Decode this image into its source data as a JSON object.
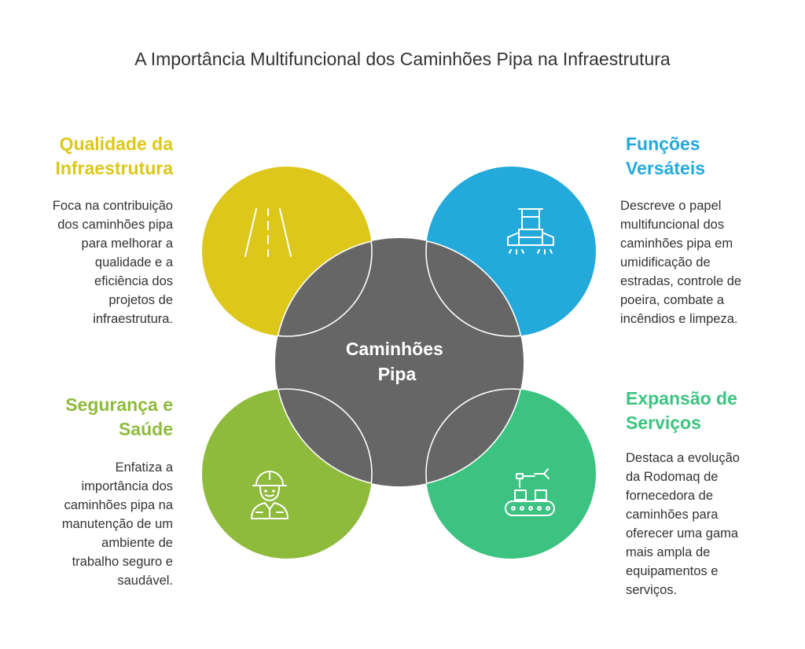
{
  "title": "A Importância Multifuncional dos Caminhões Pipa na Infraestrutura",
  "center": {
    "lines": [
      "Caminhões",
      "Pipa"
    ],
    "color": "#666666"
  },
  "sections": {
    "quality": {
      "heading": [
        "Qualidade da",
        "Infraestrutura"
      ],
      "description": [
        "Foca na contribuição",
        "dos caminhões pipa",
        "para melhorar a",
        "qualidade e a",
        "eficiência dos",
        "projetos de",
        "infraestrutura."
      ],
      "color": "#DCC71A",
      "icon": "road-icon"
    },
    "functions": {
      "heading": [
        "Funções",
        "Versáteis"
      ],
      "description": [
        "Descreve o papel",
        "multifuncional dos",
        "caminhões pipa em",
        "umidificação de",
        "estradas, controle de",
        "poeira, combate a",
        "incêndios e limpeza."
      ],
      "color": "#24A9DB",
      "icon": "sprinkler-machine-icon"
    },
    "safety": {
      "heading": [
        "Segurança e",
        "Saúde"
      ],
      "description": [
        "Enfatiza a",
        "importância dos",
        "caminhões pipa na",
        "manutenção de um",
        "ambiente de",
        "trabalho seguro e",
        "saudável."
      ],
      "color": "#8FBB3C",
      "icon": "worker-helmet-icon"
    },
    "expansion": {
      "heading": [
        "Expansão de",
        "Serviços"
      ],
      "description": [
        "Destaca a evolução",
        "da Rodomaq de",
        "fornecedora de",
        "caminhões para",
        "oferecer uma gama",
        "mais ampla de",
        "equipamentos e",
        "serviços."
      ],
      "color": "#3CC381",
      "icon": "robot-arm-conveyor-icon"
    }
  }
}
